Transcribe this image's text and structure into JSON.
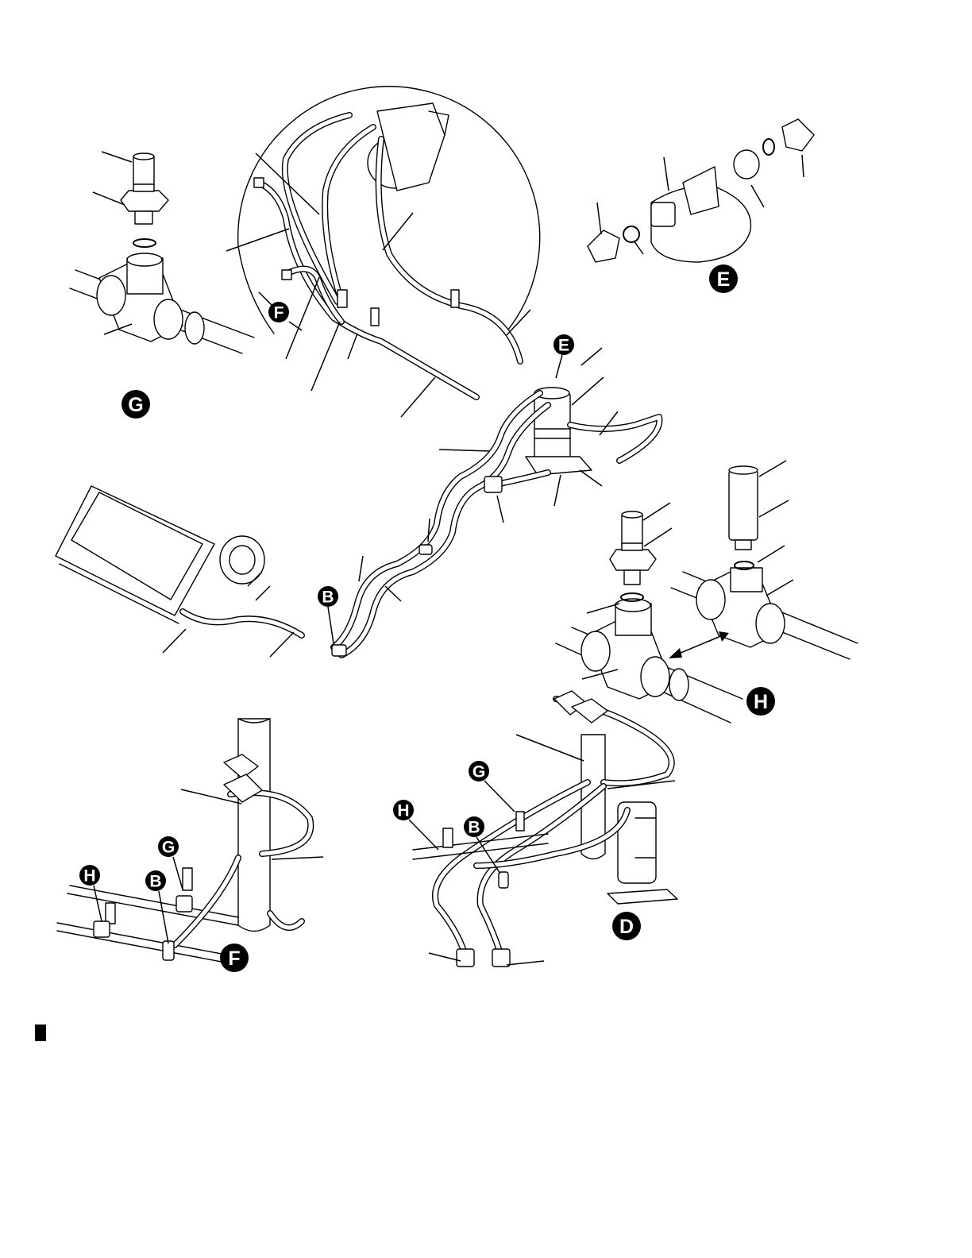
{
  "diagram": {
    "views": [
      {
        "id": "G",
        "label": "G",
        "radius": 18
      },
      {
        "id": "E",
        "label": "E",
        "radius": 18
      },
      {
        "id": "H",
        "label": "H",
        "radius": 18
      },
      {
        "id": "F",
        "label": "F",
        "radius": 18
      },
      {
        "id": "D",
        "label": "D",
        "radius": 18
      }
    ],
    "callouts": [
      {
        "id": "F-main",
        "label": "F"
      },
      {
        "id": "E-main",
        "label": "E"
      },
      {
        "id": "B-main",
        "label": "B"
      },
      {
        "id": "G-detailF",
        "label": "G"
      },
      {
        "id": "H-detailF",
        "label": "H"
      },
      {
        "id": "B-detailF",
        "label": "B"
      },
      {
        "id": "G-detailD",
        "label": "G"
      },
      {
        "id": "H-detailD",
        "label": "H"
      },
      {
        "id": "B-detailD",
        "label": "B"
      }
    ]
  },
  "colors": {
    "ink": "#000000",
    "paper": "#ffffff"
  }
}
